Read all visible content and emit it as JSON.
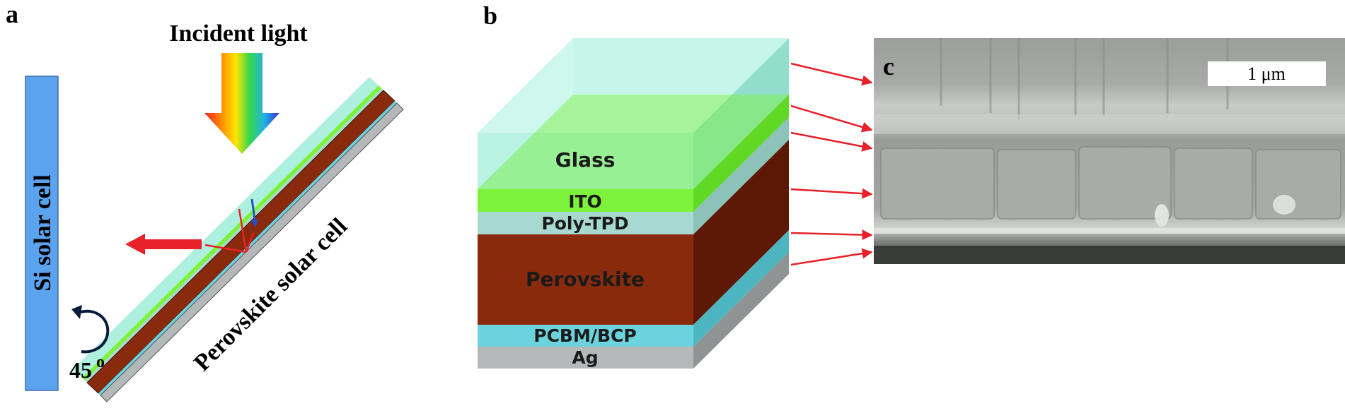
{
  "panel_a": {
    "letter": "a",
    "incident_light": "Incident light",
    "si_label": "Si solar cell",
    "perovskite_label": "Perovskite solar cell",
    "angle": "45",
    "angle_mark": "o"
  },
  "panel_b": {
    "letter": "b",
    "layers": {
      "glass": "Glass",
      "ito": "ITO",
      "poly_tpd": "Poly-TPD",
      "perovskite": "Perovskite",
      "pcbm_bcp": "PCBM/BCP",
      "ag": "Ag"
    }
  },
  "panel_c": {
    "letter": "c",
    "scale_bar": "1 μm"
  },
  "colors": {
    "si_cell": "#5ba3ee",
    "glass": "#aef0df",
    "ito": "#7cf23a",
    "poly_tpd": "#a8d9d0",
    "perovskite": "#8a2a0c",
    "pcbm_bcp": "#6cd3de",
    "ag": "#b4b8b8",
    "arrow_red": "#e8202a",
    "arrow_blue": "#2450c8",
    "sem_background": "#8f9290"
  }
}
